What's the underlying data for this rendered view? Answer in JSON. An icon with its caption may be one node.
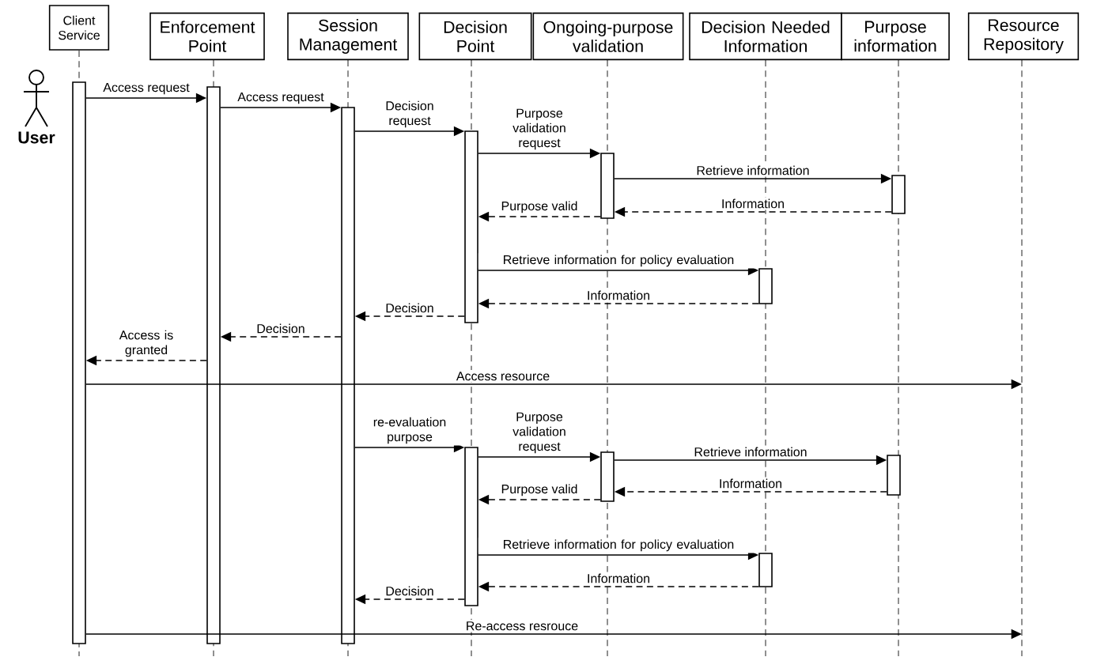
{
  "diagram": {
    "nodes": [
      {
        "text": [
          "Client Service"
        ]
      },
      {
        "text": [
          "Enforcement Point"
        ]
      },
      {
        "text": [
          "Session Management"
        ]
      },
      {
        "text": [
          "Decision Point"
        ]
      },
      {
        "text": [
          "Ongoing-purpose validation"
        ]
      },
      {
        "text": [
          "Decision Needed Information"
        ]
      },
      {
        "text": [
          "Purpose information"
        ]
      },
      {
        "text": [
          "Resource Repository"
        ]
      },
      {
        "text": [
          "User"
        ]
      },
      {
        "text": [],
        "shape": "bar"
      },
      {
        "text": [],
        "shape": "bar"
      },
      {
        "text": [],
        "shape": "bar"
      },
      {
        "text": [],
        "shape": "bar"
      },
      {
        "text": [],
        "shape": "bar"
      },
      {
        "text": [],
        "shape": "bar"
      },
      {
        "text": [],
        "shape": "bar"
      },
      {
        "text": [],
        "shape": "bar"
      },
      {
        "text": [],
        "shape": "bar"
      },
      {
        "text": [],
        "shape": "bar"
      },
      {
        "text": [],
        "shape": "bar"
      }
    ],
    "edges": [
      {
        "from": 9,
        "to": 10,
        "arrow": "to",
        "label": "Access request"
      },
      {
        "from": 10,
        "to": 11,
        "arrow": "to",
        "label": "Access request"
      },
      {
        "from": 11,
        "to": 12,
        "arrow": "to",
        "label": "Decision request"
      },
      {
        "from": 12,
        "to": 13,
        "arrow": "to",
        "label": "Purpose validation request"
      },
      {
        "from": 13,
        "to": 14,
        "arrow": "to",
        "label": "Retrieve information"
      },
      {
        "from": 14,
        "to": 13,
        "arrow": "to",
        "label": "Information",
        "style": "dashed"
      },
      {
        "from": 13,
        "to": 12,
        "arrow": "to",
        "label": "Purpose valid",
        "style": "dashed"
      },
      {
        "from": 12,
        "to": 15,
        "arrow": "to",
        "label": "Retrieve information for policy evaluation"
      },
      {
        "from": 15,
        "to": 12,
        "arrow": "to",
        "label": "Information",
        "style": "dashed"
      },
      {
        "from": 12,
        "to": 11,
        "arrow": "to",
        "label": "Decision",
        "style": "dashed"
      },
      {
        "from": 11,
        "to": 10,
        "arrow": "to",
        "label": "Decision",
        "style": "dashed"
      },
      {
        "from": 10,
        "to": 9,
        "arrow": "to",
        "label": "Access is granted",
        "style": "dashed"
      },
      {
        "from": 9,
        "to": null,
        "arrow": "to",
        "label": "Access resource"
      },
      {
        "from": 11,
        "to": 16,
        "arrow": "to",
        "label": "re-evaluation purpose"
      },
      {
        "from": 16,
        "to": 17,
        "arrow": "to",
        "label": "Purpose validation request"
      },
      {
        "from": 17,
        "to": 18,
        "arrow": "to",
        "label": "Retrieve information"
      },
      {
        "from": 18,
        "to": 17,
        "arrow": "to",
        "label": "Information",
        "style": "dashed"
      },
      {
        "from": 17,
        "to": 16,
        "arrow": "to",
        "label": "Purpose valid",
        "style": "dashed"
      },
      {
        "from": 16,
        "to": 19,
        "arrow": "to",
        "label": "Retrieve information for policy evaluation"
      },
      {
        "from": 19,
        "to": 16,
        "arrow": "to",
        "label": "Information",
        "style": "dashed"
      },
      {
        "from": 16,
        "to": 11,
        "arrow": "to",
        "label": "Decision",
        "style": "dashed"
      },
      {
        "from": 9,
        "to": null,
        "arrow": "to",
        "label": "Re-access resrouce"
      }
    ]
  }
}
